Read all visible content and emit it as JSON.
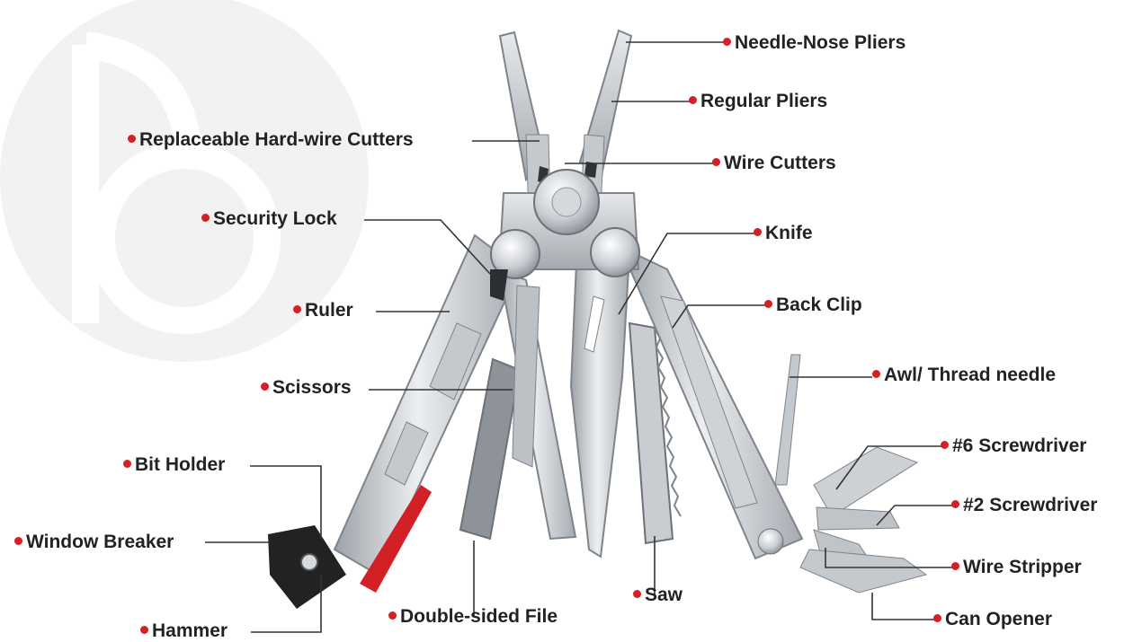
{
  "colors": {
    "accent_red": "#d32027",
    "steel_light": "#dcdfe2",
    "steel_mid": "#b4b9be",
    "steel_dark": "#7e848a",
    "grip_black": "#222222",
    "watermark": "#f2f2f2",
    "leader": "#333333"
  },
  "labels": {
    "needle_nose_pliers": "Needle-Nose Pliers",
    "regular_pliers": "Regular Pliers",
    "hard_wire_cutters": "Replaceable Hard-wire Cutters",
    "wire_cutters": "Wire Cutters",
    "security_lock": "Security Lock",
    "knife": "Knife",
    "ruler": "Ruler",
    "back_clip": "Back Clip",
    "awl": "Awl/ Thread needle",
    "scissors": "Scissors",
    "screwdriver_6": "#6 Screwdriver",
    "bit_holder": "Bit Holder",
    "screwdriver_2": "#2 Screwdriver",
    "window_breaker": "Window Breaker",
    "wire_stripper": "Wire Stripper",
    "saw": "Saw",
    "double_sided_file": "Double-sided File",
    "can_opener": "Can Opener",
    "hammer": "Hammer"
  }
}
